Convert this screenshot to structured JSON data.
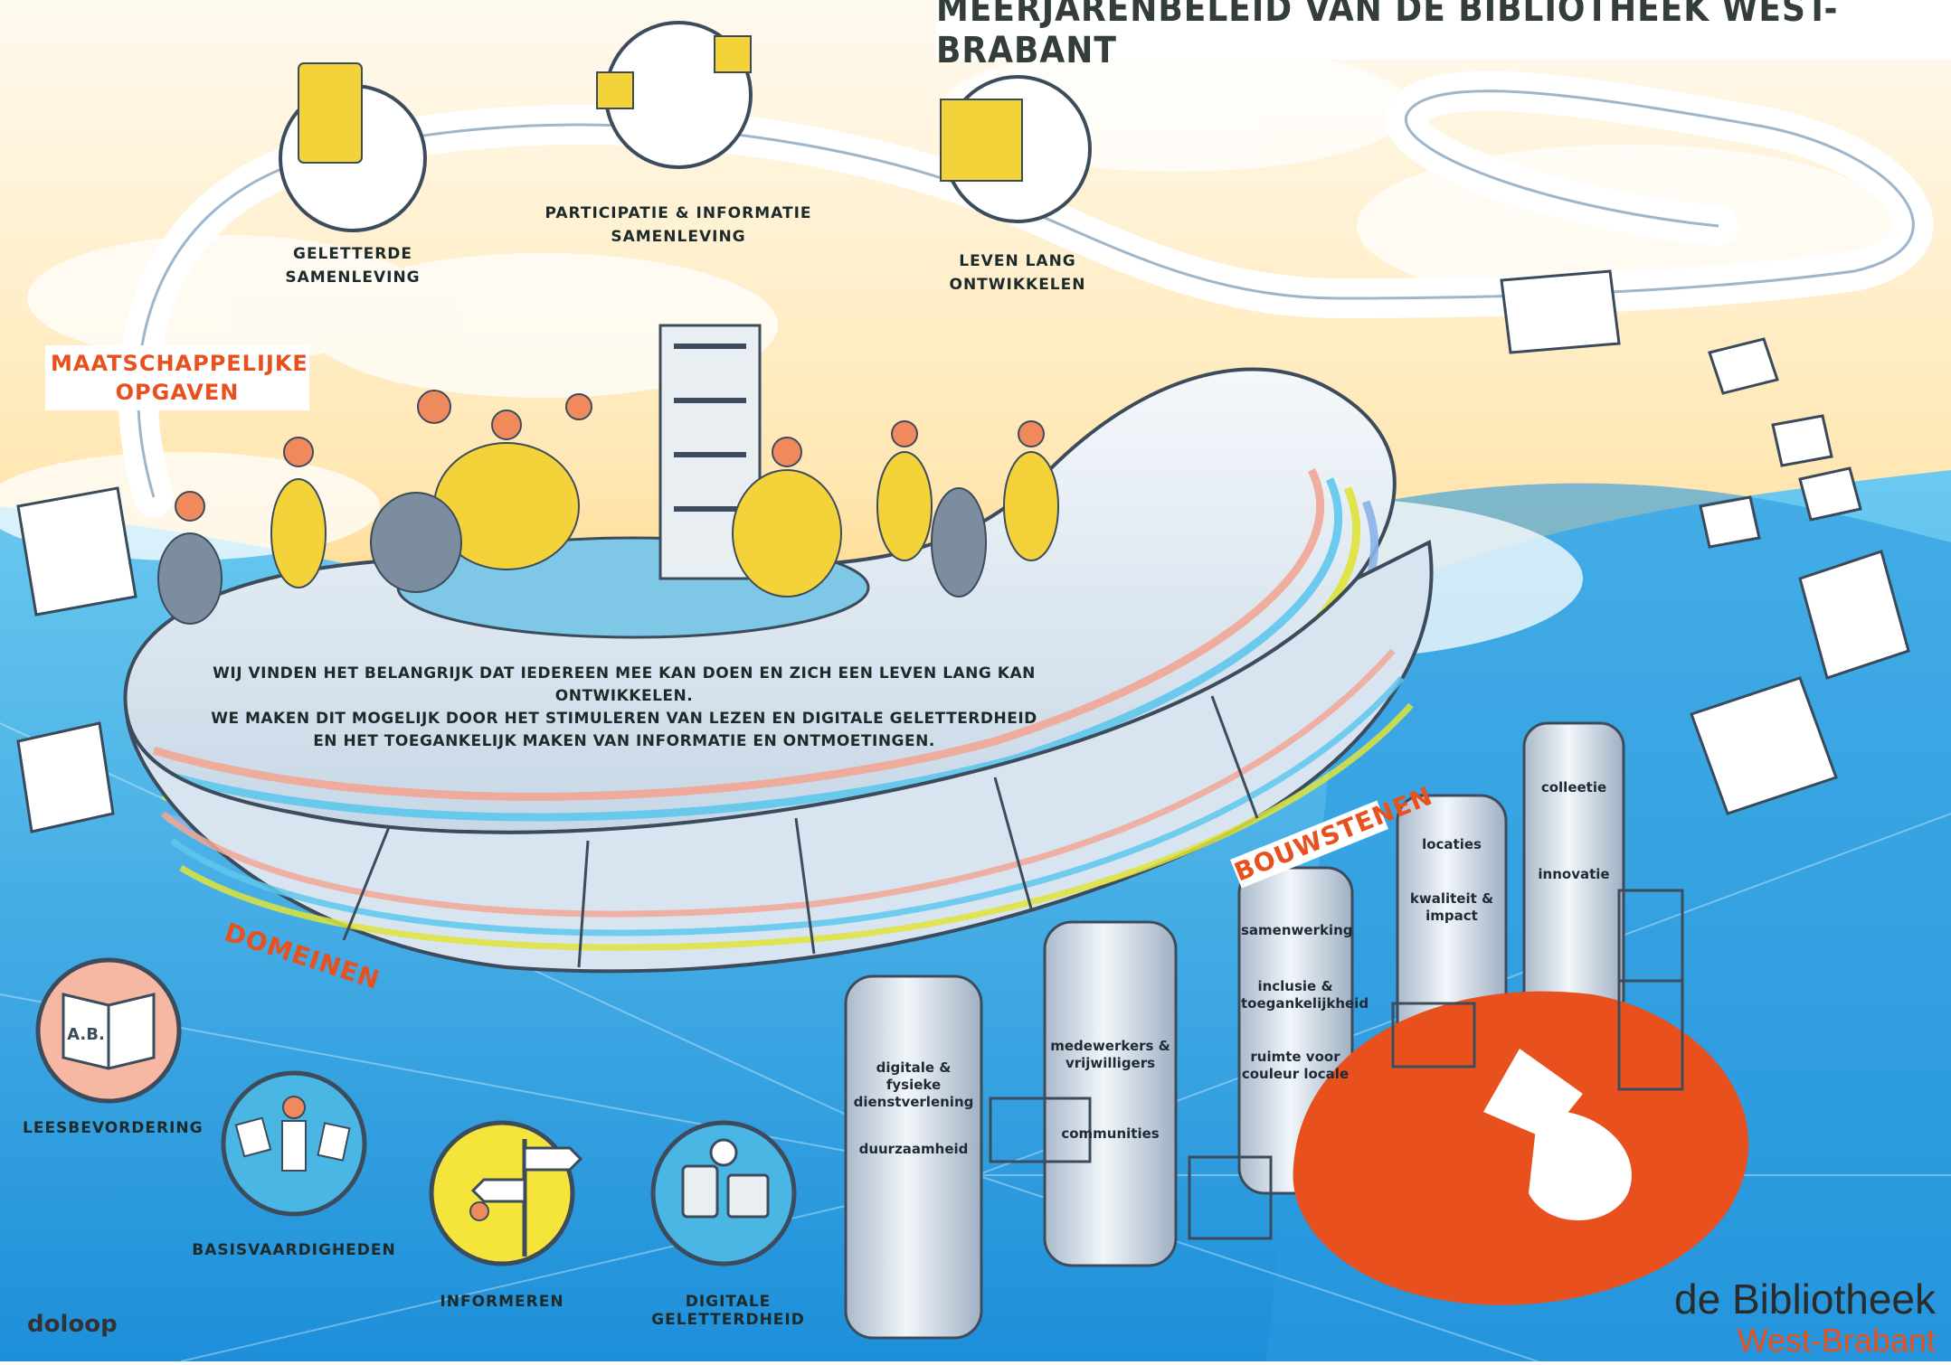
{
  "title": "MEERJARENBELEID VAN DE BIBLIOTHEEK WEST-BRABANT",
  "sections": {
    "opgaven": "MAATSCHAPPELIJKE OPGAVEN",
    "domeinen": "DOMEINEN",
    "bouwstenen": "BOUWSTENEN"
  },
  "opgaven": [
    {
      "label": "GELETTERDE SAMENLEVING"
    },
    {
      "label": "PARTICIPATIE & INFORMATIE SAMENLEVING"
    },
    {
      "label": "LEVEN LANG ONTWIKKELEN"
    }
  ],
  "mission": [
    "WIJ VINDEN HET BELANGRIJK DAT IEDEREEN MEE KAN DOEN EN ZICH EEN LEVEN LANG KAN ONTWIKKELEN.",
    "WE MAKEN DIT MOGELIJK DOOR HET STIMULEREN VAN LEZEN EN DIGITALE GELETTERDHEID",
    "EN HET TOEGANKELIJK MAKEN VAN INFORMATIE EN ONTMOETINGEN."
  ],
  "domeinen": [
    {
      "label": "LEESBEVORDERING",
      "icon": "book-abc-icon"
    },
    {
      "label": "BASISVAARDIGHEDEN",
      "icon": "person-papers-icon"
    },
    {
      "label": "INFORMEREN",
      "icon": "signpost-icon"
    },
    {
      "label": "DIGITALE GELETTERDHEID",
      "icon": "devices-icon"
    }
  ],
  "pillars": [
    {
      "labels": [
        "digitale & fysieke dienstverlening",
        "duurzaamheid"
      ]
    },
    {
      "labels": [
        "medewerkers & vrijwilligers",
        "communities"
      ]
    },
    {
      "labels": [
        "samenwerking",
        "inclusie & toegankelijkheid",
        "ruimte voor couleur locale"
      ]
    },
    {
      "labels": [
        "locaties",
        "kwaliteit & impact"
      ]
    },
    {
      "labels": [
        "colleetie",
        "innovatie"
      ]
    }
  ],
  "brand": {
    "line1": "de Bibliotheek",
    "line2": "West-Brabant"
  },
  "credit": "doloop",
  "colors": {
    "orange": "#e8501e",
    "sky": "#3fa9e6",
    "sun": "#ffc44a",
    "yellow": "#f5e43a",
    "track": "#d9e6f0"
  }
}
